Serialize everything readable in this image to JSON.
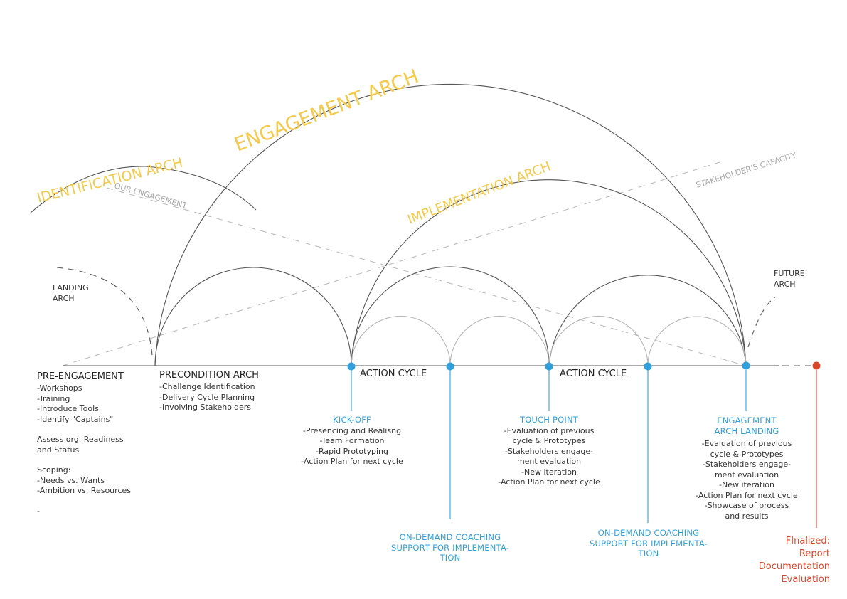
{
  "arch_titles": {
    "identification": "IDENTIFICATION ARCH",
    "engagement": "ENGAGEMENT ARCH",
    "implementation": "IMPLEMENTATION ARCH"
  },
  "line_titles": {
    "our_engagement": "OUR ENGAGEMENT",
    "stakeholders_capacity": "STAKEHOLDER'S CAPACITY"
  },
  "side_arches": {
    "landing": [
      "LANDING",
      "ARCH"
    ],
    "future": [
      "FUTURE",
      "ARCH"
    ]
  },
  "phases": {
    "pre_engagement": {
      "title": "PRE-ENGAGEMENT",
      "items": [
        "-Workshops",
        "-Training",
        "-Introduce Tools",
        "-Identify \"Captains\""
      ],
      "assess": [
        "Assess org. Readiness",
        "and Status"
      ],
      "scoping": [
        "Scoping:",
        "-Needs vs. Wants",
        "-Ambition vs. Resources"
      ],
      "trailing": "-"
    },
    "precondition": {
      "title": "PRECONDITION ARCH",
      "items": [
        "-Challenge Identification",
        "-Delivery Cycle Planning",
        "-Involving Stakeholders"
      ]
    },
    "action_cycle_1": "ACTION CYCLE",
    "action_cycle_2": "ACTION CYCLE"
  },
  "milestones": {
    "kickoff": {
      "title": "KICK-OFF",
      "items": [
        "-Presencing and Realisng",
        "-Team Formation",
        "-Rapid Prototyping",
        "-Action Plan for next cycle"
      ]
    },
    "touch_point": {
      "title": "TOUCH POINT",
      "items": [
        "-Evaluation of previous",
        "cycle & Prototypes",
        "-Stakeholders engage-",
        "ment evaluation",
        "-New iteration",
        "-Action Plan for next cycle"
      ]
    },
    "landing": {
      "title": [
        "ENGAGEMENT",
        "ARCH LANDING"
      ],
      "items": [
        "-Evaluation of previous",
        "cycle & Prototypes",
        "-Stakeholders engage-",
        "ment evaluation",
        "-New iteration",
        "-Action Plan for next cycle",
        "-Showcase of process",
        "and results"
      ]
    },
    "coaching_1": [
      "ON-DEMAND COACHING",
      "SUPPORT FOR IMPLEMENTA-",
      "TION"
    ],
    "coaching_2": [
      "ON-DEMAND COACHING",
      "SUPPORT FOR IMPLEMENTA-",
      "TION"
    ],
    "finalized": [
      "FInalized:",
      "Report",
      "Documentation",
      "Evaluation"
    ]
  },
  "colors": {
    "arch_title": "#f5c94a",
    "milestone_blue": "#2fa0dc",
    "final_red": "#d9472b",
    "line_dark": "#555555",
    "line_light": "#b5b5b5"
  }
}
